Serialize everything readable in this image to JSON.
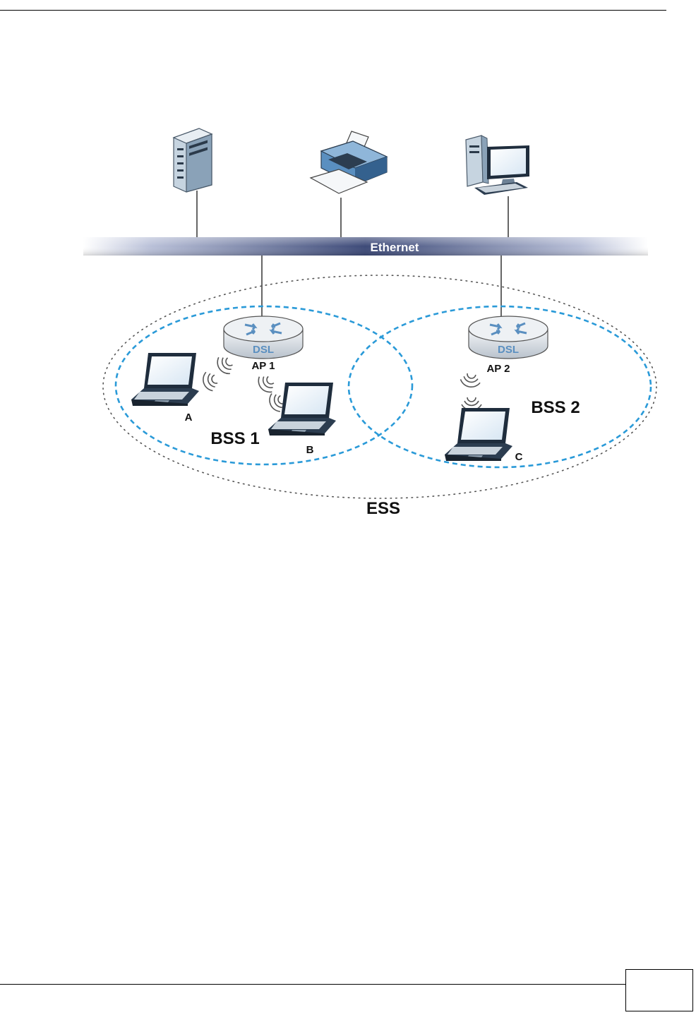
{
  "diagram": {
    "ethernet_label": "Ethernet",
    "access_points": [
      {
        "label": "AP 1",
        "badge": "DSL"
      },
      {
        "label": "AP 2",
        "badge": "DSL"
      }
    ],
    "stations": [
      {
        "label": "A"
      },
      {
        "label": "B"
      },
      {
        "label": "C"
      }
    ],
    "bss": [
      {
        "label": "BSS 1"
      },
      {
        "label": "BSS 2"
      }
    ],
    "ess_label": "ESS"
  },
  "colors": {
    "bss_outline": "#2a9ad8",
    "ess_outline": "#555555",
    "ethernet_bar": "#3d4a78",
    "device_blue": "#5a8fc0"
  }
}
